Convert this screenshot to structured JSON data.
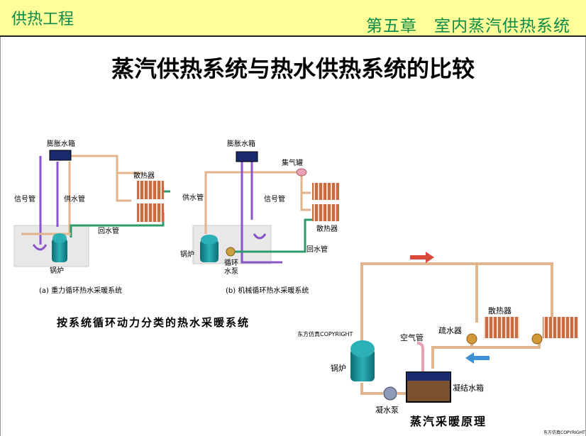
{
  "header": {
    "course": "供热工程",
    "chapter": "第五章　室内蒸汽供热系统"
  },
  "slide_title": "蒸汽供热系统与热水供热系统的比较",
  "diagram_a": {
    "expansion_tank": "膨胀水箱",
    "signal_pipe": "信号管",
    "supply_pipe": "供水管",
    "radiator": "散热器",
    "return_pipe": "回水管",
    "boiler": "锅炉",
    "caption": "(a)  重力循环热水采暖系统"
  },
  "diagram_b": {
    "expansion_tank": "膨胀水箱",
    "air_collector": "集气罐",
    "supply_pipe": "供水管",
    "signal_pipe": "信号管",
    "radiator": "散热器",
    "return_pipe": "回水管",
    "boiler": "锅炉",
    "pump_line1": "循环",
    "pump_line2": "水泵",
    "caption": "(b)  机械循环热水采暖系统"
  },
  "hot_water_caption": "按系统循环动力分类的热水采暖系统",
  "copyright": "东方仿真COPYRIGHT",
  "steam": {
    "radiator": "散热器",
    "trap": "疏水器",
    "air_pipe": "空气管",
    "boiler": "锅炉",
    "condensate_tank": "凝结水箱",
    "condensate_pump": "凝水泵",
    "caption": "蒸汽采暖原理",
    "corner_mark": "东方仿真COPYRIGHT"
  },
  "colors": {
    "header_bg": "#ffff99",
    "header_text": "#0b8a4a",
    "supply_pipe": "#e0b48c",
    "return_pipe": "#2e9b6f",
    "signal_pipe": "#8a55c8",
    "boiler": "#1f8f95",
    "radiator": "#c86a42",
    "flow_arrow_red": "#d9473a",
    "flow_arrow_blue": "#3d8fd6"
  }
}
